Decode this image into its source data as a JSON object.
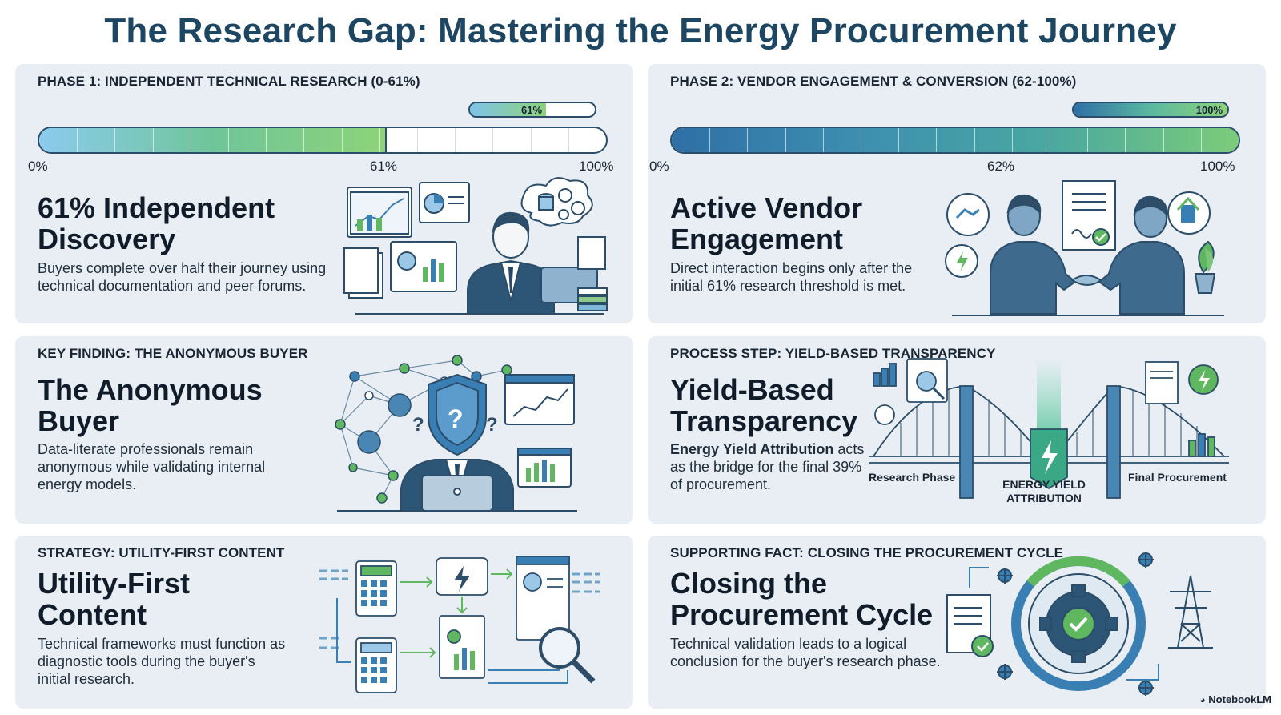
{
  "title": "The Research Gap: Mastering the Energy Procurement Journey",
  "colors": {
    "navy": "#1d4663",
    "panel_bg": "#e8eef3",
    "green": "#5fb85f",
    "blue": "#3a7fb4",
    "light_blue": "#7ec3e8"
  },
  "phase1": {
    "label": "PHASE 1: INDEPENDENT TECHNICAL RESEARCH (0-61%)",
    "progress_percent": 61,
    "mini_badge": "61%",
    "tick_start": "0%",
    "tick_mid": "61%",
    "tick_end": "100%",
    "heading_line1": "61% Independent",
    "heading_line2": "Discovery",
    "body_line1": "Buyers complete over half their journey using",
    "body_line2": "technical documentation and peer forums.",
    "illustration": "analyst-at-desk-with-charts"
  },
  "phase2": {
    "label": "PHASE 2: VENDOR ENGAGEMENT & CONVERSION (62-100%)",
    "progress_percent": 100,
    "split_percent": 62,
    "mini_badge": "100%",
    "tick_start": "0%",
    "tick_mid": "62%",
    "tick_end": "100%",
    "heading_line1": "Active Vendor",
    "heading_line2": "Engagement",
    "body_line1": "Direct interaction begins only after the",
    "body_line2": "initial 61% research threshold is met.",
    "illustration": "handshake-with-contract-icon"
  },
  "finding": {
    "label": "KEY FINDING: THE ANONYMOUS BUYER",
    "heading_line1": "The Anonymous",
    "heading_line2": "Buyer",
    "body_line1": "Data-literate professionals remain",
    "body_line2": "anonymous while validating internal",
    "body_line3": "energy models.",
    "illustration": "masked-user-with-network-icon"
  },
  "process": {
    "label": "PROCESS STEP: YIELD-BASED TRANSPARENCY",
    "heading_line1": "Yield-Based",
    "heading_line2": "Transparency",
    "body_bold": "Energy Yield Attribution",
    "body_rest1": " acts",
    "body_line2": "as the bridge for the final 39%",
    "body_line3": "of procurement.",
    "bridge_left": "Research Phase",
    "bridge_center_1": "ENERGY YIELD",
    "bridge_center_2": "ATTRIBUTION",
    "bridge_right": "Final Procurement",
    "illustration": "bridge-icon"
  },
  "strategy": {
    "label": "STRATEGY: UTILITY-FIRST CONTENT",
    "heading_line1": "Utility-First",
    "heading_line2": "Content",
    "body_line1": "Technical frameworks must function as",
    "body_line2": "diagnostic tools during the buyer's",
    "body_line3": "initial research.",
    "illustration": "calculator-flow-diagram"
  },
  "support": {
    "label": "SUPPORTING FACT: CLOSING THE PROCUREMENT CYCLE",
    "heading_line1": "Closing the",
    "heading_line2": "Procurement Cycle",
    "body_line1": "Technical validation leads to a logical",
    "body_line2": "conclusion for the buyer's research phase.",
    "illustration": "gear-cycle-with-pylon-icon"
  },
  "brand": "NotebookLM"
}
